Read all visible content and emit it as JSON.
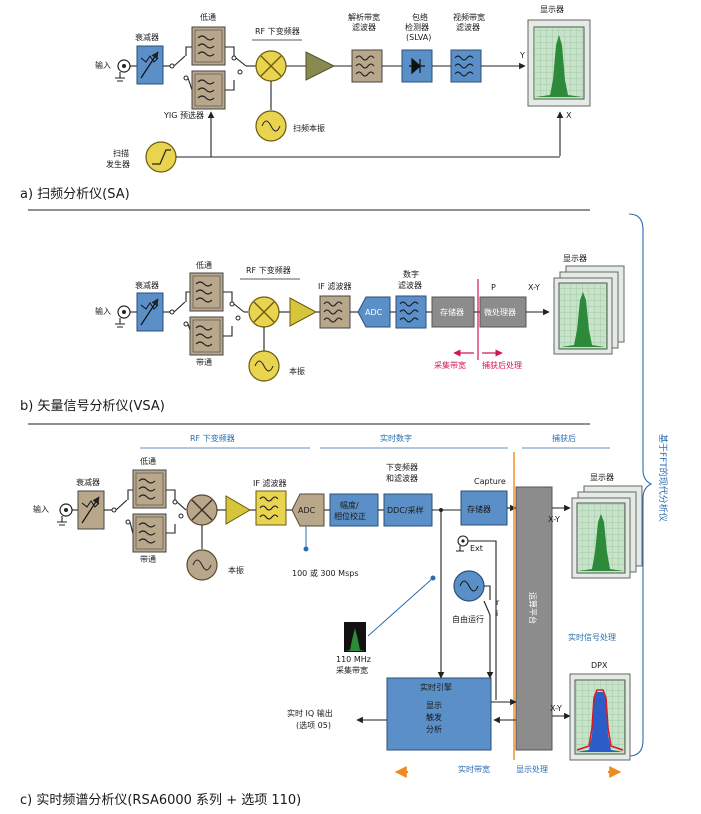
{
  "colors": {
    "block_blue": "#5b8fc7",
    "block_tan": "#b9a78c",
    "block_yellow": "#e8d44f",
    "amp_olive": "#8a8a50",
    "amp_yellow": "#d6c53a",
    "display_green": "#2c8a3a",
    "dpx_red": "#d41c2a",
    "accent_blue": "#2b6cb0",
    "accent_red": "#d4145a",
    "accent_orange": "#f08a1c",
    "bus_gray": "#8c8c8c"
  },
  "sa": {
    "caption": "a) 扫频分析仪(SA)",
    "input": "输入",
    "attenuator": "衰减器",
    "lowpass": "低通",
    "yig": "YIG 预选器",
    "rf_down": "RF 下变频器",
    "lo": "扫频本振",
    "sweep_gen_1": "扫描",
    "sweep_gen_2": "发生器",
    "rbw_1": "解析带宽",
    "rbw_2": "滤波器",
    "det_1": "包络",
    "det_2": "检测器",
    "det_3": "(SLVA)",
    "vbw_1": "视频带宽",
    "vbw_2": "滤波器",
    "display": "显示器",
    "y": "Y",
    "x": "X"
  },
  "vsa": {
    "caption": "b) 矢量信号分析仪(VSA)",
    "input": "输入",
    "attenuator": "衰减器",
    "lowpass": "低通",
    "bandpass": "带通",
    "rf_down": "RF 下变频器",
    "lo": "本振",
    "if_filter": "IF 滤波器",
    "adc": "ADC",
    "dig_1": "数字",
    "dig_2": "滤波器",
    "memory": "存储器",
    "p": "P",
    "microproc": "微处理器",
    "xy": "X-Y",
    "display": "显示器",
    "acq_bw": "采集带宽",
    "post_proc": "捕获后处理"
  },
  "rsa": {
    "caption": "c) 实时频谱分析仪(RSA6000 系列 + 选项 110)",
    "input": "输入",
    "attenuator": "衰减器",
    "lowpass": "低通",
    "bandpass": "带通",
    "rf_down": "RF 下变频器",
    "realtime_digital": "实时数字",
    "post_capture": "捕获后",
    "lo": "本振",
    "if_filter": "IF 滤波器",
    "adc": "ADC",
    "sample_rate": "100 或 300 Msps",
    "ampl_1": "幅度/",
    "ampl_2": "相位校正",
    "dd_1": "下变频器",
    "dd_2": "和滤波器",
    "ddc": "DDC/采样",
    "capture": "Capture",
    "memory": "存储器",
    "ext": "Ext",
    "free_run": "自由运行",
    "r": "r",
    "i": "i",
    "bus": "运算平台",
    "xy1": "X-Y",
    "xy2": "X-Y",
    "display": "显示器",
    "rt_proc": "实时信号处理",
    "dpx": "DPX",
    "acq_bw_1": "110 MHz",
    "acq_bw_2": "采集带宽",
    "engine_1": "实时引擎",
    "engine_2": "显示",
    "engine_3": "触发",
    "engine_4": "分析",
    "iq_out_1": "实时 IQ 输出",
    "iq_out_2": "(选项 05)",
    "rt_bw": "实时带宽",
    "disp_proc": "显示处理"
  },
  "fft_label": "基于FFT的现代分析仪"
}
